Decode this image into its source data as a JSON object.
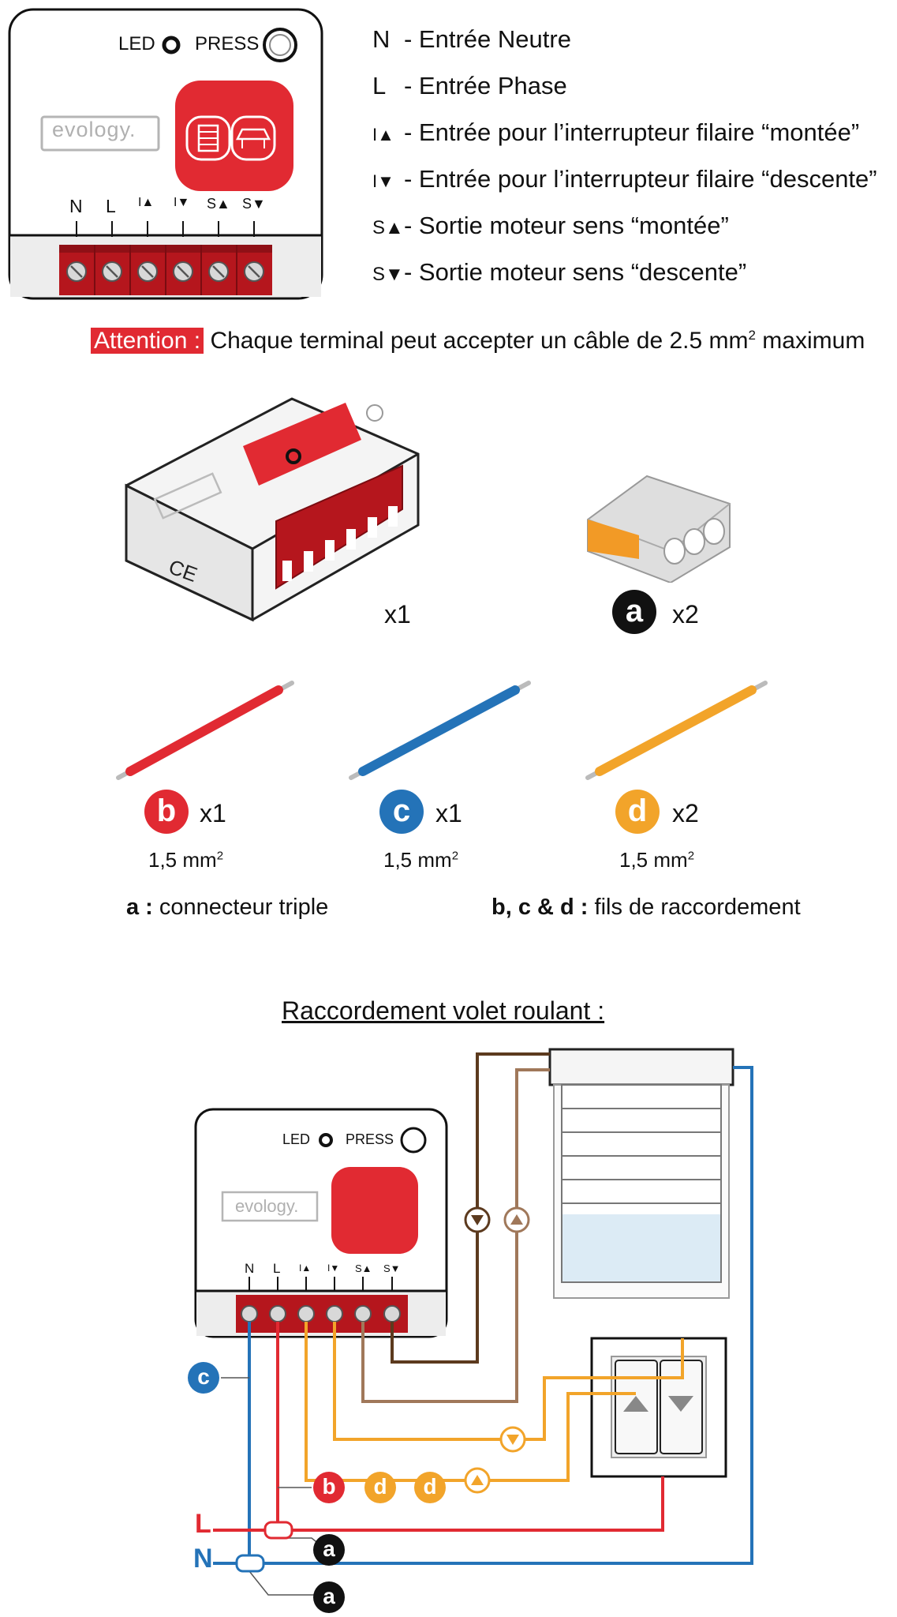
{
  "colors": {
    "red": "#e12a32",
    "dark_red": "#b3161d",
    "blue": "#2473b8",
    "orange": "#f2a42a",
    "brown_dark": "#5c3a1e",
    "brown_light": "#a0785a",
    "black": "#111111",
    "grey": "#9a9a9a"
  },
  "module": {
    "led_label": "LED",
    "press_label": "PRESS",
    "brand": "evology.",
    "terminals": [
      "N",
      "L",
      "I▲",
      "I▼",
      "S▲",
      "S▼"
    ]
  },
  "legend": [
    {
      "symbol": "N",
      "text": "- Entrée Neutre"
    },
    {
      "symbol": "L",
      "text": "- Entrée Phase"
    },
    {
      "symbol": "I▲",
      "text": "- Entrée pour l’interrupteur filaire “montée”"
    },
    {
      "symbol": "I▼",
      "text": "- Entrée pour l’interrupteur filaire “descente”"
    },
    {
      "symbol": "S▲",
      "text": "- Sortie moteur sens “montée”"
    },
    {
      "symbol": "S▼",
      "text": "- Sortie moteur sens “descente”"
    }
  ],
  "attention": {
    "label": "Attention :",
    "text_before": "Chaque terminal peut accepter un câble de 2.5 mm",
    "superscript": "2",
    "text_after": " maximum"
  },
  "contents": {
    "module_qty": "x1",
    "connector": {
      "letter": "a",
      "qty": "x2"
    },
    "wires": [
      {
        "letter": "b",
        "qty": "x1",
        "section": "1,5 mm",
        "sup": "2"
      },
      {
        "letter": "c",
        "qty": "x1",
        "section": "1,5 mm",
        "sup": "2"
      },
      {
        "letter": "d",
        "qty": "x2",
        "section": "1,5 mm",
        "sup": "2"
      }
    ],
    "caption_a_bold": "a :",
    "caption_a": " connecteur triple",
    "caption_bcd_bold": "b, c & d :",
    "caption_bcd": " fils de raccordement"
  },
  "wiring": {
    "title": "Raccordement volet roulant :",
    "phase_label": "L",
    "neutral_label": "N",
    "labels": [
      "a",
      "a",
      "b",
      "c",
      "d",
      "d"
    ]
  }
}
